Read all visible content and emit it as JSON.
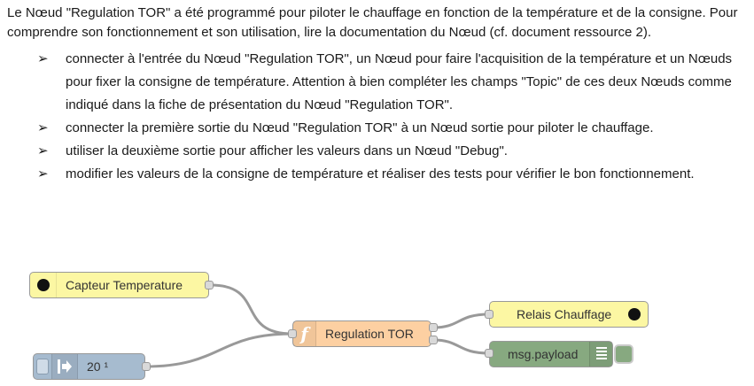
{
  "doc": {
    "intro": "Le Nœud \"Regulation TOR\" a été programmé pour piloter le chauffage en fonction de la température et de la consigne. Pour comprendre son fonctionnement et son utilisation, lire la documentation du Nœud (cf. document ressource 2).",
    "bullet_symbol": "➢",
    "bullets": [
      "connecter à l'entrée du Nœud \"Regulation TOR\", un Nœud pour faire l'acquisition de la température et un Nœuds pour fixer la consigne de température. Attention à bien compléter les champs \"Topic\" de ces deux Nœuds comme indiqué dans la fiche de présentation du Nœud \"Regulation TOR\".",
      "connecter la première sortie du Nœud \"Regulation TOR\" à un Nœud sortie pour piloter le chauffage.",
      "utiliser la deuxième sortie pour afficher les valeurs dans un Nœud \"Debug\".",
      "modifier les valeurs de la consigne de température et réaliser des tests pour vérifier le bon fonctionnement."
    ]
  },
  "flow": {
    "capteur": {
      "label": "Capteur Temperature",
      "icon": "black-dot-icon",
      "color": "#fcf7a3"
    },
    "consigne": {
      "label": "20 ¹",
      "icon": "inject-arrow-icon",
      "color": "#a6bbcf"
    },
    "regulation": {
      "label": "Regulation TOR",
      "icon": "function-icon",
      "color": "#fdd0a2"
    },
    "relais": {
      "label": "Relais Chauffage",
      "icon": "black-dot-icon",
      "color": "#fcf7a3"
    },
    "debug": {
      "label": "msg.payload",
      "icon": "debug-list-icon",
      "color": "#87a980"
    },
    "wire_color": "#999999"
  }
}
